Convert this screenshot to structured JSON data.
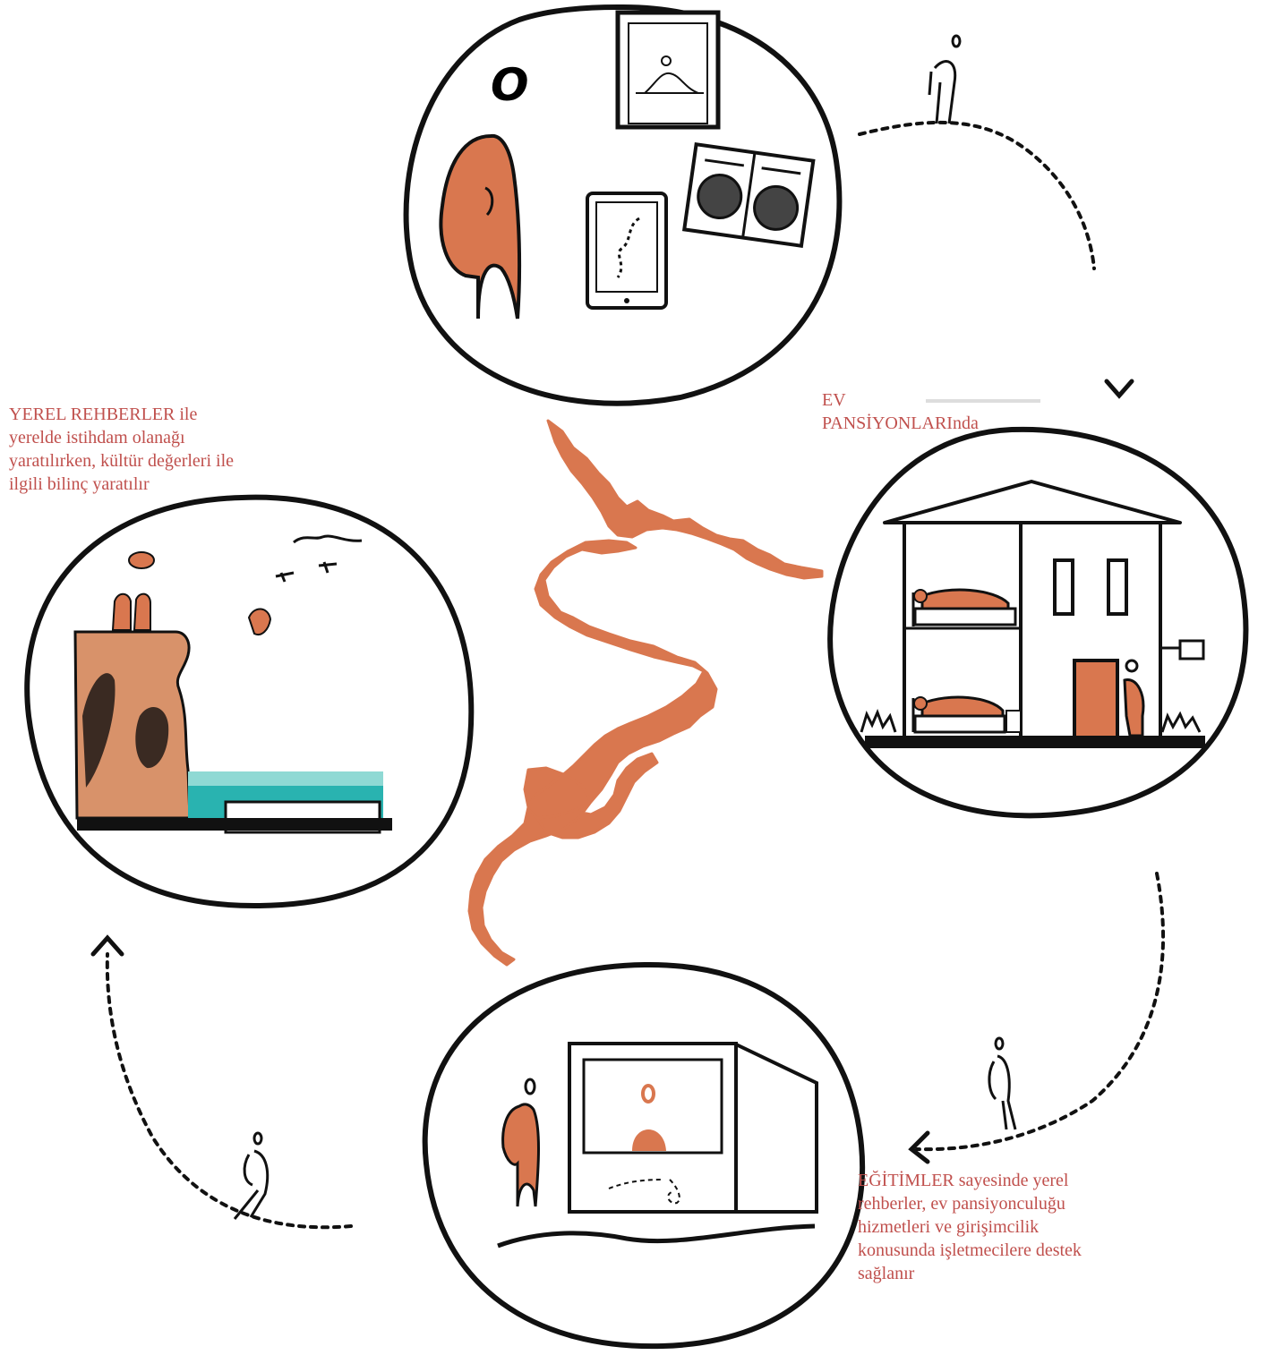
{
  "colors": {
    "accent": "#d9774f",
    "label": "#c0504d",
    "ink": "#111111",
    "rock": "#d8926a",
    "water": "#29b3b0"
  },
  "top_circle": {
    "letter": "O"
  },
  "labels": {
    "guides": "YEREL REHBERLER ile\nyerelde istihdam olanağı\nyaratılırken, kültür değerleri ile\nilgili bilinç yaratılır",
    "pensions": "EV\nPANSİYONLARInda",
    "training": "EĞİTİMLER sayesinde yerel\nrehberler, ev pansiyonculuğu\nhizmetleri ve girişimcilik\nkonusunda işletmecilere destek\nsağlanır"
  }
}
